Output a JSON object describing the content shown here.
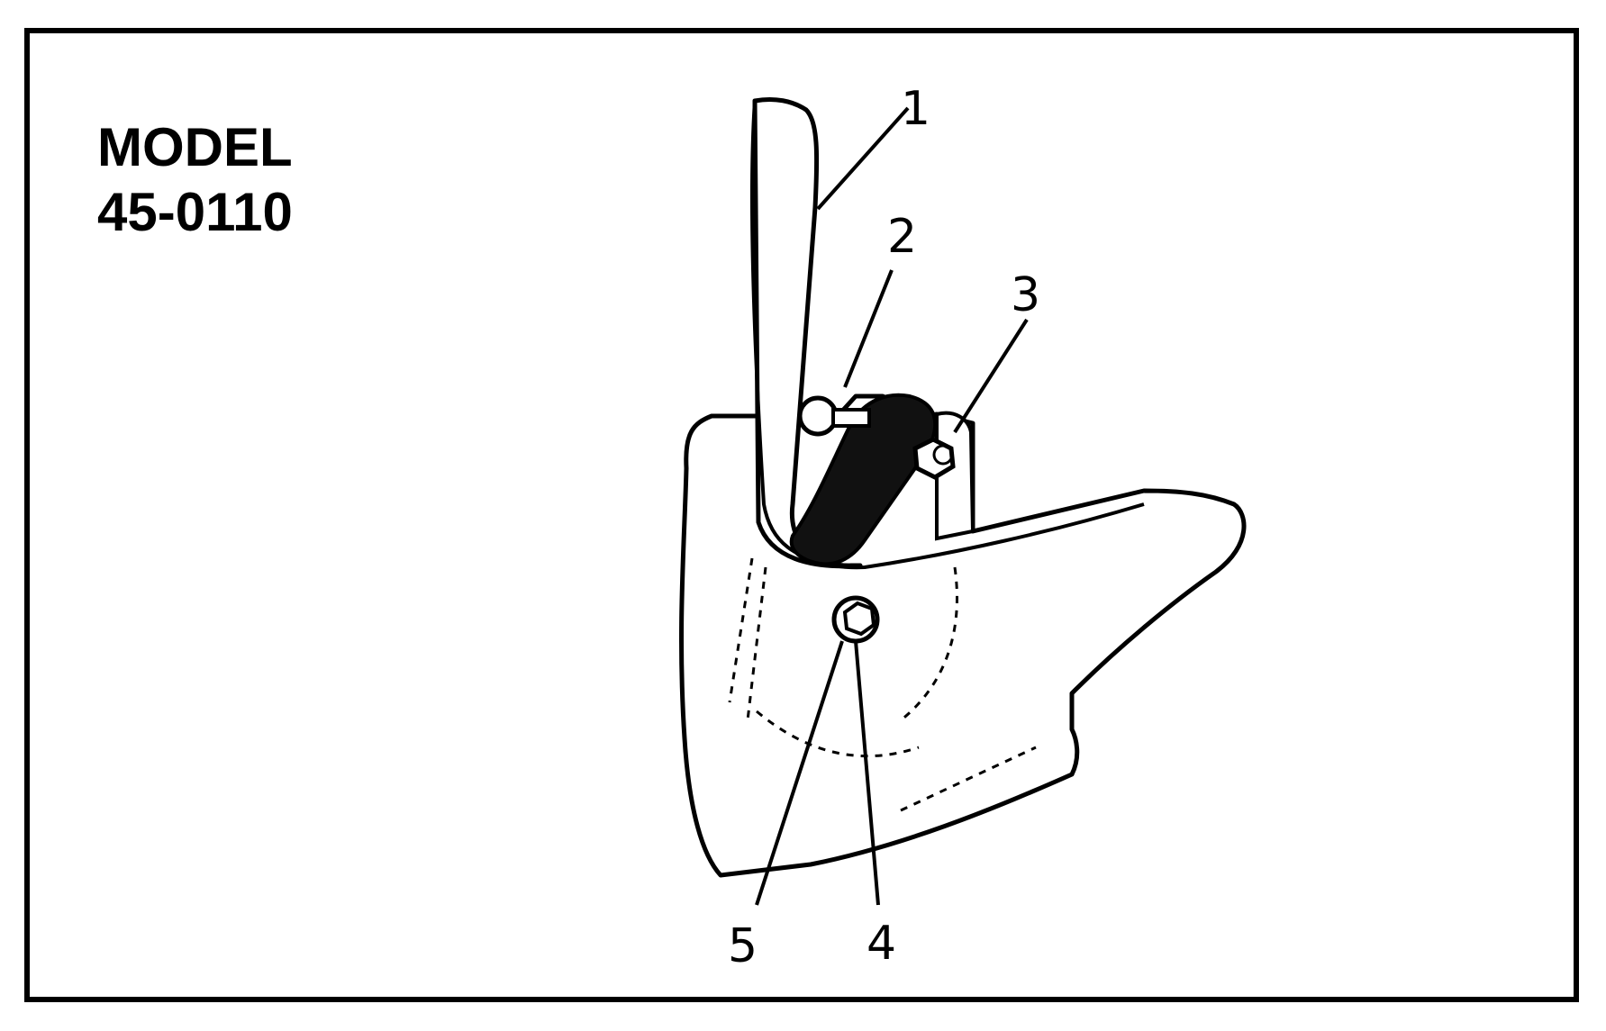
{
  "model": {
    "label": "MODEL",
    "number": "45-0110"
  },
  "callouts": [
    "1",
    "2",
    "3",
    "4",
    "5"
  ]
}
